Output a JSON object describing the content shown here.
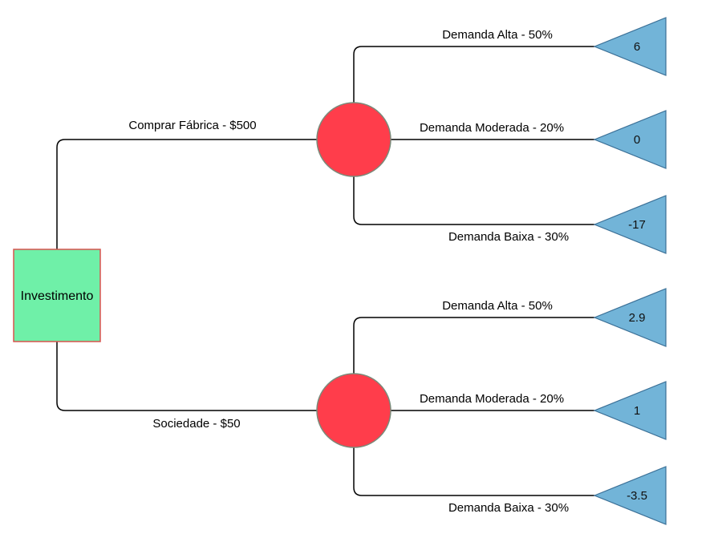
{
  "colors": {
    "decision_fill": "#6FF0A8",
    "decision_stroke": "#D9534F",
    "chance_fill": "#FF3D4B",
    "chance_stroke": "#7A8A7A",
    "terminal_fill": "#72B4D8",
    "terminal_stroke": "#3A6F96",
    "line": "#000000"
  },
  "decision": {
    "label": "Investimento"
  },
  "branches": [
    {
      "label": "Comprar Fábrica - $500",
      "outcomes": [
        {
          "label": "Demanda Alta - 50%",
          "payoff": "6"
        },
        {
          "label": "Demanda Moderada -  20%",
          "payoff": "0"
        },
        {
          "label": "Demanda Baixa - 30%",
          "payoff": "-17"
        }
      ]
    },
    {
      "label": "Sociedade - $50",
      "outcomes": [
        {
          "label": "Demanda Alta - 50%",
          "payoff": "2.9"
        },
        {
          "label": "Demanda Moderada -  20%",
          "payoff": "1"
        },
        {
          "label": "Demanda Baixa - 30%",
          "payoff": "-3.5"
        }
      ]
    }
  ]
}
